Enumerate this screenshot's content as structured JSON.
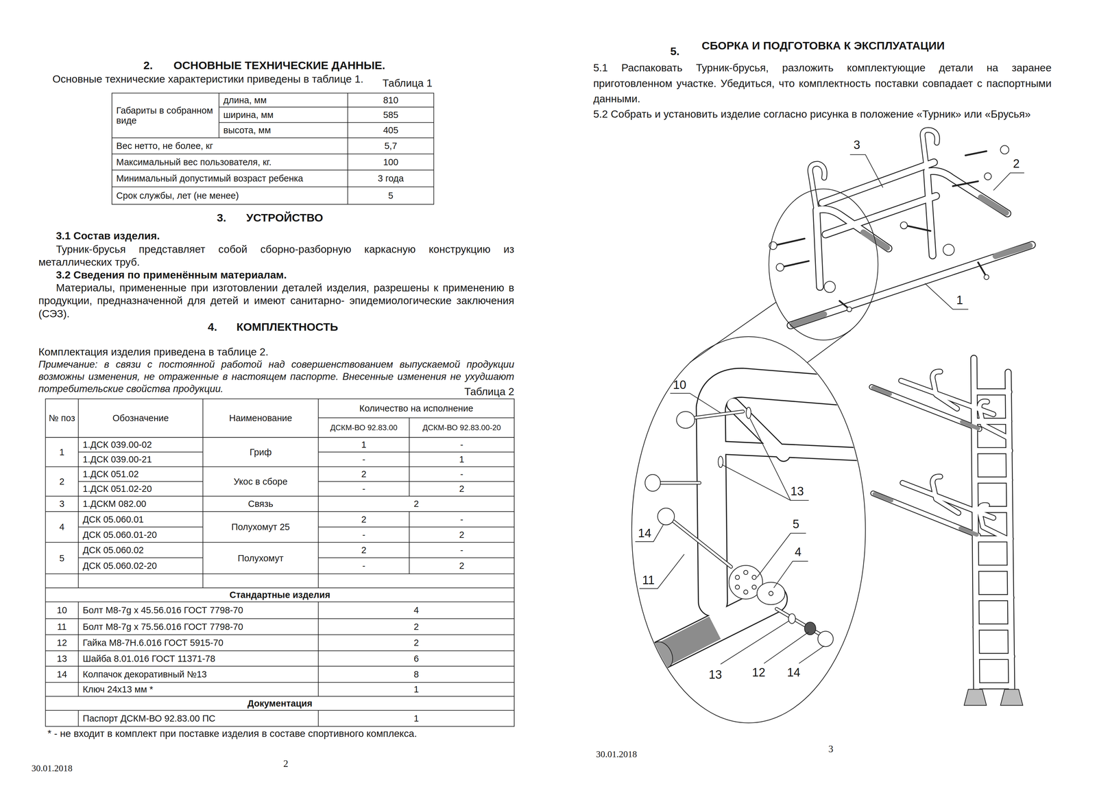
{
  "diagram": {
    "labels": [
      "2.",
      "ОСНОВНЫЕ ТЕХНИЧЕСКИЕ ДАННЫЕ.",
      "Основные технические характеристики приведены в таблице 1.",
      "Таблица 1",
      "Габариты в собранном виде",
      "длина, мм",
      "810",
      "ширина, мм",
      "585",
      "высота, мм",
      "405",
      "Вес нетто, не более, кг",
      "5,7",
      "Максимальный вес пользователя, кг.",
      "100",
      "Минимальный допустимый возраст ребенка",
      "3 года",
      "Срок службы, лет (не менее)",
      "5",
      "3.",
      "УСТРОЙСТВО",
      "3.1 Состав изделия.",
      "Турник-брусья представляет собой сборно-разборную каркасную конструкцию из металлических труб.",
      "3.2 Сведения по применённым материалам.",
      "Материалы, примененные при изготовлении деталей изделия, разрешены к применению в продукции, предназначенной для детей и имеют санитарно- эпидемиологические заключения (СЭЗ).",
      "4.",
      "КОМПЛЕКТНОСТЬ",
      "Комплектация изделия приведена в таблице 2.",
      "Примечание: в связи с постоянной работой над совершенствованием выпускаемой продукции возможны изменения, не отраженные в настоящем паспорте. Внесенные изменения не ухудшают потребительские свойства продукции.",
      "Таблица 2",
      "№ поз",
      "Обозначение",
      "Наименование",
      "Количество на исполнение",
      "ДСКМ-ВО 92.83.00",
      "ДСКМ-ВО 92.83.00-20",
      "1",
      "1.ДСК 039.00-02",
      "Гриф",
      "1",
      "-",
      "1.ДСК 039.00-21",
      "-",
      "1",
      "2",
      "1.ДСК 051.02",
      "Укос в сборе",
      "2",
      "-",
      "1.ДСК 051.02-20",
      "-",
      "2",
      "3",
      "1.ДСКМ 082.00",
      "Связь",
      "2",
      "4",
      "ДСК 05.060.01",
      "Полухомут 25",
      "2",
      "-",
      "ДСК 05.060.01-20",
      "-",
      "2",
      "5",
      "ДСК 05.060.02",
      "Полухомут",
      "2",
      "-",
      "ДСК 05.060.02-20",
      "-",
      "2",
      "Стандартные изделия",
      "10",
      "Болт М8-7g x 45.56.016 ГОСТ 7798-70",
      "4",
      "11",
      "Болт М8-7g x 75.56.016 ГОСТ 7798-70",
      "2",
      "12",
      "Гайка М8-7Н.6.016 ГОСТ 5915-70",
      "2",
      "13",
      "Шайба 8.01.016 ГОСТ 11371-78",
      "6",
      "14",
      "Колпачок декоративный №13",
      "8",
      "Ключ 24x13 мм *",
      "1",
      "Документация",
      "Паспорт ДСКМ-ВО 92.83.00 ПС",
      "1",
      "* - не входит в комплект при поставке изделия в составе спортивного комплекса.",
      "30.01.2018",
      "2",
      "5.",
      "СБОРКА И ПОДГОТОВКА К ЭКСПЛУАТАЦИИ",
      "5.1 Распаковать Турник-брусья, разложить комплектующие детали на заранее приготовленном участке. Убедиться, что комплектность поставки совпадает с паспортными данными.",
      "5.2 Собрать и установить изделие согласно рисунка в положение «Турник» или «Брусья»",
      "3",
      "2",
      "1",
      "10",
      "13",
      "14",
      "5",
      "4",
      "11",
      "13",
      "12",
      "14",
      "30.01.2018",
      "3"
    ]
  }
}
